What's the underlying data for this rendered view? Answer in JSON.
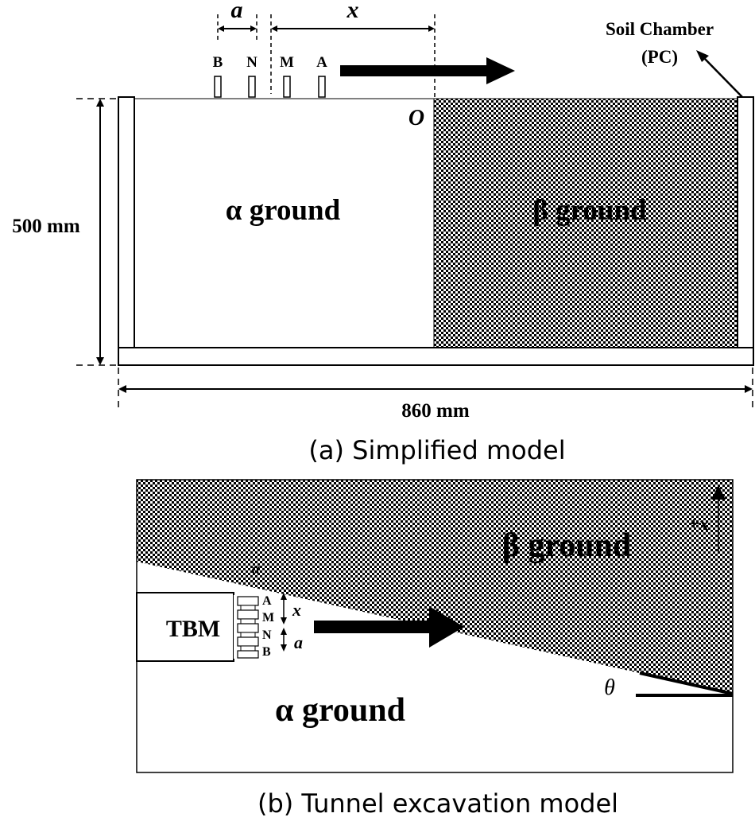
{
  "model_a": {
    "caption": "(a) Simplified model",
    "chamber_label_line1": "Soil Chamber",
    "chamber_label_line2": "(PC)",
    "height_label": "500 mm",
    "width_label": "860 mm",
    "alpha_label": "α ground",
    "beta_label": "β ground",
    "origin_label": "O",
    "spacing_a": "a",
    "spacing_x": "x",
    "electrodes": [
      "B",
      "N",
      "M",
      "A"
    ]
  },
  "model_b": {
    "caption": "(b) Tunnel excavation model",
    "tbm_label": "TBM",
    "alpha_label": "α ground",
    "beta_label": "β ground",
    "axis_label": "+x",
    "angle_label": "θ",
    "interface_label": "α",
    "spacing_x": "x",
    "spacing_a": "a",
    "electrodes": [
      "A",
      "M",
      "N",
      "B"
    ]
  },
  "colors": {
    "line": "#000000",
    "background": "#ffffff",
    "pattern": "#000000"
  }
}
